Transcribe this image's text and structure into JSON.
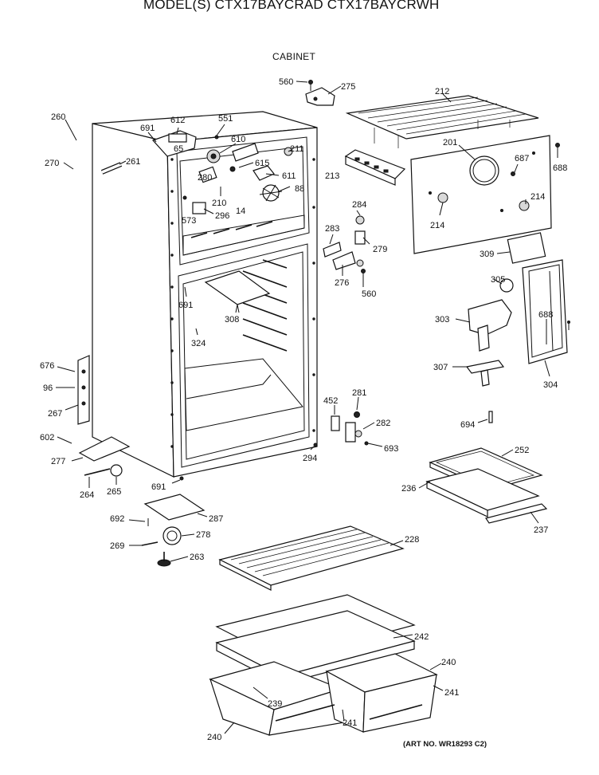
{
  "header": {
    "title": "MODEL(S) CTX17BAYCRAD  CTX17BAYCRWH",
    "section": "CABINET",
    "art_number": "(ART NO. WR18293 C2)"
  },
  "callouts": [
    {
      "id": "c560a",
      "text": "560"
    },
    {
      "id": "c275",
      "text": "275"
    },
    {
      "id": "c212",
      "text": "212"
    },
    {
      "id": "c260",
      "text": "260"
    },
    {
      "id": "c270",
      "text": "270"
    },
    {
      "id": "c261",
      "text": "261"
    },
    {
      "id": "c612",
      "text": "612"
    },
    {
      "id": "c551",
      "text": "551"
    },
    {
      "id": "c691a",
      "text": "691"
    },
    {
      "id": "c610",
      "text": "610"
    },
    {
      "id": "c211",
      "text": "211"
    },
    {
      "id": "c615",
      "text": "615"
    },
    {
      "id": "c611",
      "text": "611"
    },
    {
      "id": "c280",
      "text": "280"
    },
    {
      "id": "c65",
      "text": "65"
    },
    {
      "id": "c88",
      "text": "88"
    },
    {
      "id": "c210",
      "text": "210"
    },
    {
      "id": "c14",
      "text": "14"
    },
    {
      "id": "c573",
      "text": "573"
    },
    {
      "id": "c296",
      "text": "296"
    },
    {
      "id": "c201",
      "text": "201"
    },
    {
      "id": "c687",
      "text": "687"
    },
    {
      "id": "c688a",
      "text": "688"
    },
    {
      "id": "c213",
      "text": "213"
    },
    {
      "id": "c284",
      "text": "284"
    },
    {
      "id": "c214a",
      "text": "214"
    },
    {
      "id": "c214b",
      "text": "214"
    },
    {
      "id": "c283",
      "text": "283"
    },
    {
      "id": "c279",
      "text": "279"
    },
    {
      "id": "c276",
      "text": "276"
    },
    {
      "id": "c560b",
      "text": "560"
    },
    {
      "id": "c309",
      "text": "309"
    },
    {
      "id": "c305",
      "text": "305"
    },
    {
      "id": "c691b",
      "text": "691"
    },
    {
      "id": "c308",
      "text": "308"
    },
    {
      "id": "c303",
      "text": "303"
    },
    {
      "id": "c688b",
      "text": "688"
    },
    {
      "id": "c324",
      "text": "324"
    },
    {
      "id": "c307",
      "text": "307"
    },
    {
      "id": "c304",
      "text": "304"
    },
    {
      "id": "c676",
      "text": "676"
    },
    {
      "id": "c96",
      "text": "96"
    },
    {
      "id": "c267",
      "text": "267"
    },
    {
      "id": "c452",
      "text": "452"
    },
    {
      "id": "c281",
      "text": "281"
    },
    {
      "id": "c282",
      "text": "282"
    },
    {
      "id": "c694",
      "text": "694"
    },
    {
      "id": "c602",
      "text": "602"
    },
    {
      "id": "c693",
      "text": "693"
    },
    {
      "id": "c294",
      "text": "294"
    },
    {
      "id": "c277",
      "text": "277"
    },
    {
      "id": "c252",
      "text": "252"
    },
    {
      "id": "c264",
      "text": "264"
    },
    {
      "id": "c265",
      "text": "265"
    },
    {
      "id": "c691c",
      "text": "691"
    },
    {
      "id": "c236",
      "text": "236"
    },
    {
      "id": "c692",
      "text": "692"
    },
    {
      "id": "c287",
      "text": "287"
    },
    {
      "id": "c237",
      "text": "237"
    },
    {
      "id": "c278",
      "text": "278"
    },
    {
      "id": "c269",
      "text": "269"
    },
    {
      "id": "c228",
      "text": "228"
    },
    {
      "id": "c263",
      "text": "263"
    },
    {
      "id": "c242",
      "text": "242"
    },
    {
      "id": "c240a",
      "text": "240"
    },
    {
      "id": "c239",
      "text": "239"
    },
    {
      "id": "c241a",
      "text": "241"
    },
    {
      "id": "c240b",
      "text": "240"
    },
    {
      "id": "c241b",
      "text": "241"
    }
  ]
}
